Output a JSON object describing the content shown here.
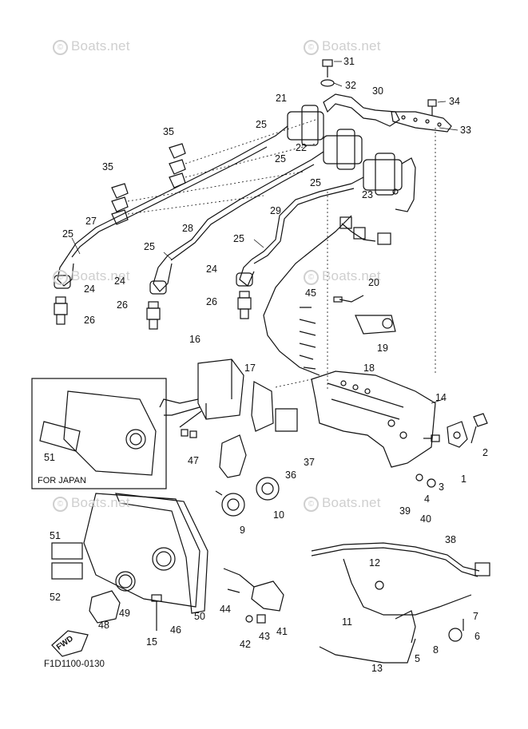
{
  "watermark": "Boats.net",
  "diagram_code": "F1D1100-0130",
  "japan_note": "FOR JAPAN",
  "fwd_label": "FWD",
  "callouts": [
    "1",
    "2",
    "3",
    "4",
    "5",
    "6",
    "7",
    "8",
    "9",
    "10",
    "11",
    "12",
    "13",
    "14",
    "15",
    "16",
    "17",
    "18",
    "19",
    "20",
    "21",
    "22",
    "23",
    "24",
    "25",
    "26",
    "27",
    "28",
    "29",
    "30",
    "31",
    "32",
    "33",
    "34",
    "35",
    "36",
    "37",
    "38",
    "39",
    "40",
    "41",
    "42",
    "43",
    "44",
    "45",
    "46",
    "47",
    "48",
    "49",
    "50",
    "51",
    "52"
  ]
}
